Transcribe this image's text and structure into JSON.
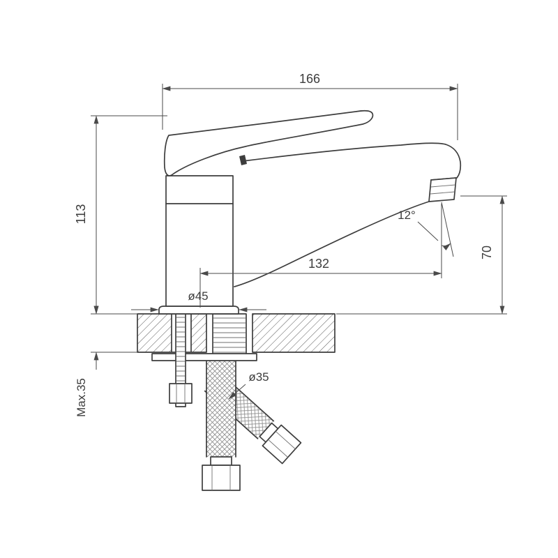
{
  "colors": {
    "background": "#ffffff",
    "object_line": "#3d3d3d",
    "dimension_line": "#4a4a4a"
  },
  "drawing": {
    "dims": {
      "overall_length": "166",
      "total_height": "113",
      "spout_reach": "132",
      "outlet_height": "70",
      "outlet_angle": "12°",
      "base_diameter": "ø45",
      "hose_diameter": "ø35",
      "max_deck_thickness": "Max.35"
    }
  }
}
